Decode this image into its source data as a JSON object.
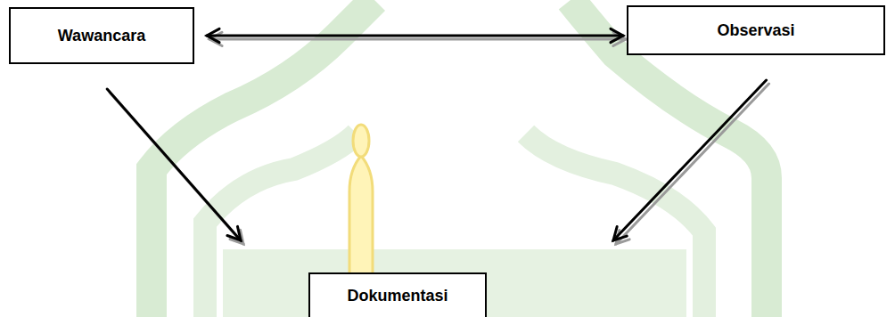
{
  "diagram": {
    "nodes": [
      {
        "text": [
          "Wawancara"
        ]
      },
      {
        "text": [
          "Observasi"
        ]
      },
      {
        "text": [
          "Dokumentasi"
        ]
      }
    ],
    "edges": [
      {
        "from": 0,
        "to": 1,
        "arrow": "both"
      },
      {
        "from": 0,
        "to": 2,
        "arrow": "to"
      },
      {
        "from": 1,
        "to": 2,
        "arrow": "to"
      }
    ]
  }
}
